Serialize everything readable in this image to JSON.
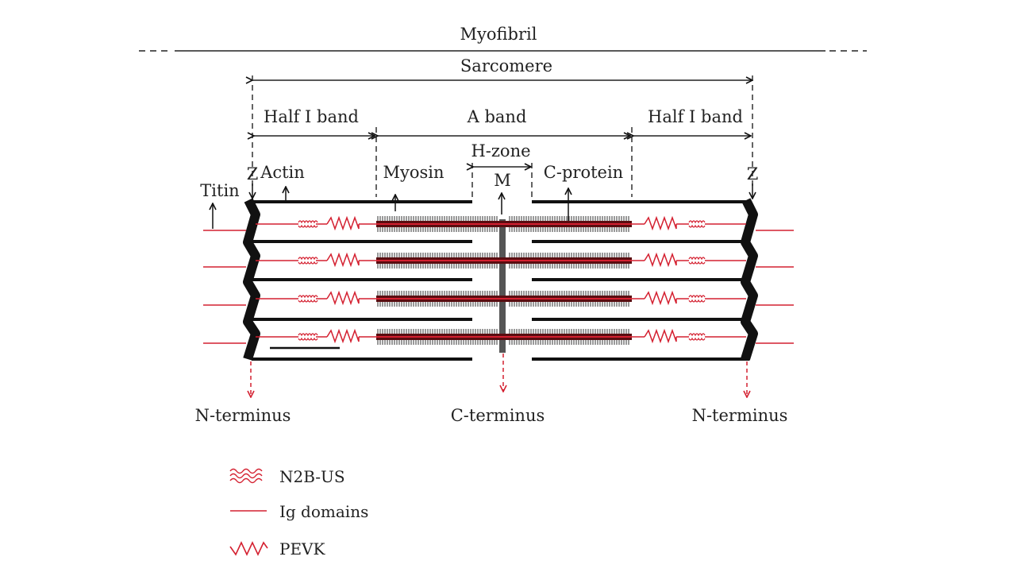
{
  "labels": {
    "myofibril": "Myofibril",
    "sarcomere": "Sarcomere",
    "half_i_band_left": "Half I band",
    "a_band": "A band",
    "half_i_band_right": "Half I band",
    "h_zone": "H-zone",
    "titin": "Titin",
    "z_left": "Z",
    "z_right": "Z",
    "actin": "Actin",
    "myosin": "Myosin",
    "m_line": "M",
    "c_protein": "C-protein",
    "n_terminus_left": "N-terminus",
    "c_terminus": "C-terminus",
    "n_terminus_right": "N-terminus"
  },
  "legend": [
    {
      "label": "N2B-US",
      "icon": "n2b-us-icon"
    },
    {
      "label": "Ig domains",
      "icon": "ig-domains-icon"
    },
    {
      "label": "PEVK",
      "icon": "pevk-icon"
    }
  ],
  "colors": {
    "titin": "#d42030",
    "filament": "#111111",
    "text": "#222222"
  }
}
